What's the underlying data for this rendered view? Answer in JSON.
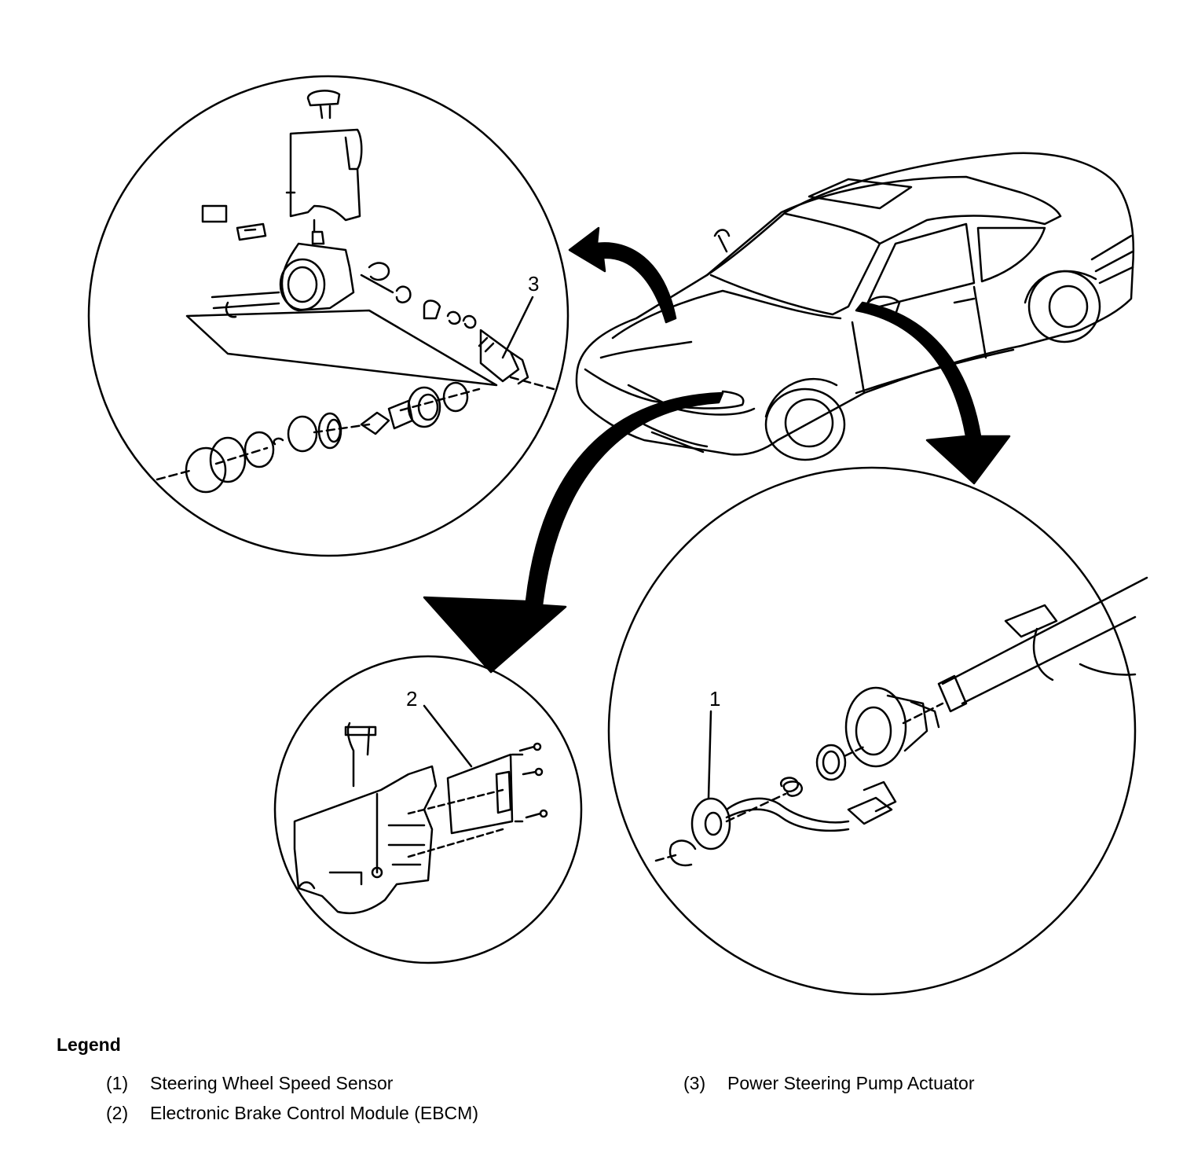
{
  "callouts": {
    "c1": "1",
    "c2": "2",
    "c3": "3"
  },
  "legend": {
    "title": "Legend",
    "items": [
      {
        "num": "(1)",
        "label": "Steering Wheel Speed Sensor"
      },
      {
        "num": "(2)",
        "label": "Electronic Brake Control Module (EBCM)"
      },
      {
        "num": "(3)",
        "label": "Power Steering Pump Actuator"
      }
    ]
  },
  "colors": {
    "line": "#000000",
    "background": "#ffffff"
  }
}
